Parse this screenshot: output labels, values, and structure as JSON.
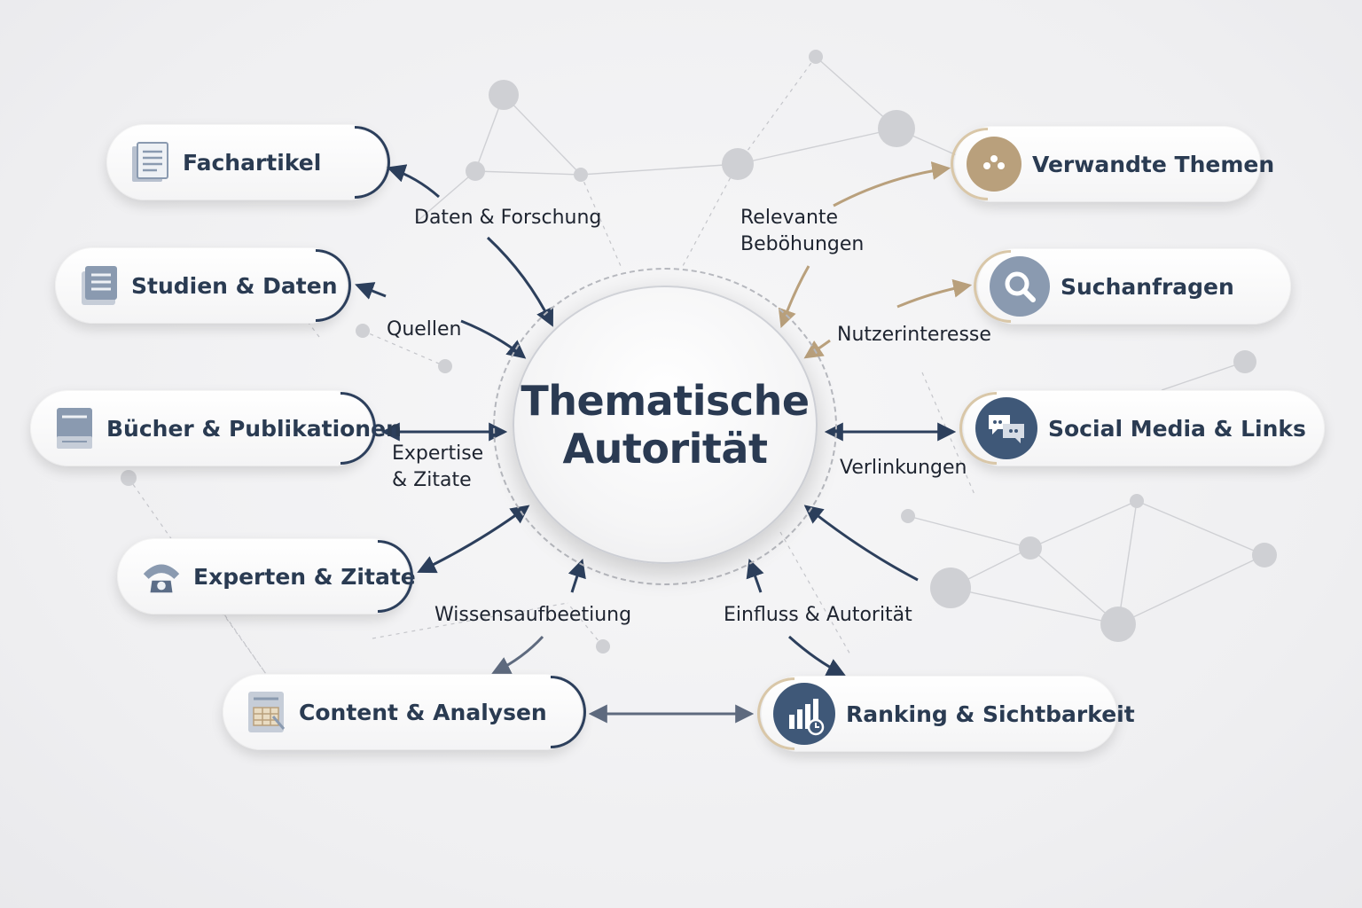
{
  "hub": {
    "line1": "Thematische",
    "line2": "Autorität"
  },
  "nodes": {
    "fachartikel": "Fachartikel",
    "studien": "Studien & Daten",
    "buecher": "Bücher & Publikationen",
    "experten": "Experten & Zitate",
    "content": "Content & Analysen",
    "verwandte": "Verwandte Themen",
    "suchanfragen": "Suchanfragen",
    "social": "Social Media & Links",
    "ranking": "Ranking & Sichtbarkeit"
  },
  "edges": {
    "daten_forschung": "Daten & Forschung",
    "quellen": "Quellen",
    "expertise_1": "Expertise",
    "expertise_2": "& Zitate",
    "wissen": "Wissensaufbeetiung",
    "relevante_1": "Relevante",
    "relevante_2": "Beböhungen",
    "nutzer": "Nutzerinteresse",
    "verlinkungen": "Verlinkungen",
    "einfluss": "Einfluss & Autorität"
  },
  "colors": {
    "navy": "#2c3f5c",
    "slate": "#8a9ab0",
    "tan": "#b9a07c",
    "text": "#2a3b52"
  },
  "icons": {
    "fachartikel": "document-icon",
    "studien": "stacked-documents-icon",
    "buecher": "book-icon",
    "experten": "telephone-icon",
    "content": "spreadsheet-icon",
    "verwandte": "dots-icon",
    "suchanfragen": "magnifier-icon",
    "social": "chat-bubbles-icon",
    "ranking": "bar-chart-clock-icon"
  }
}
